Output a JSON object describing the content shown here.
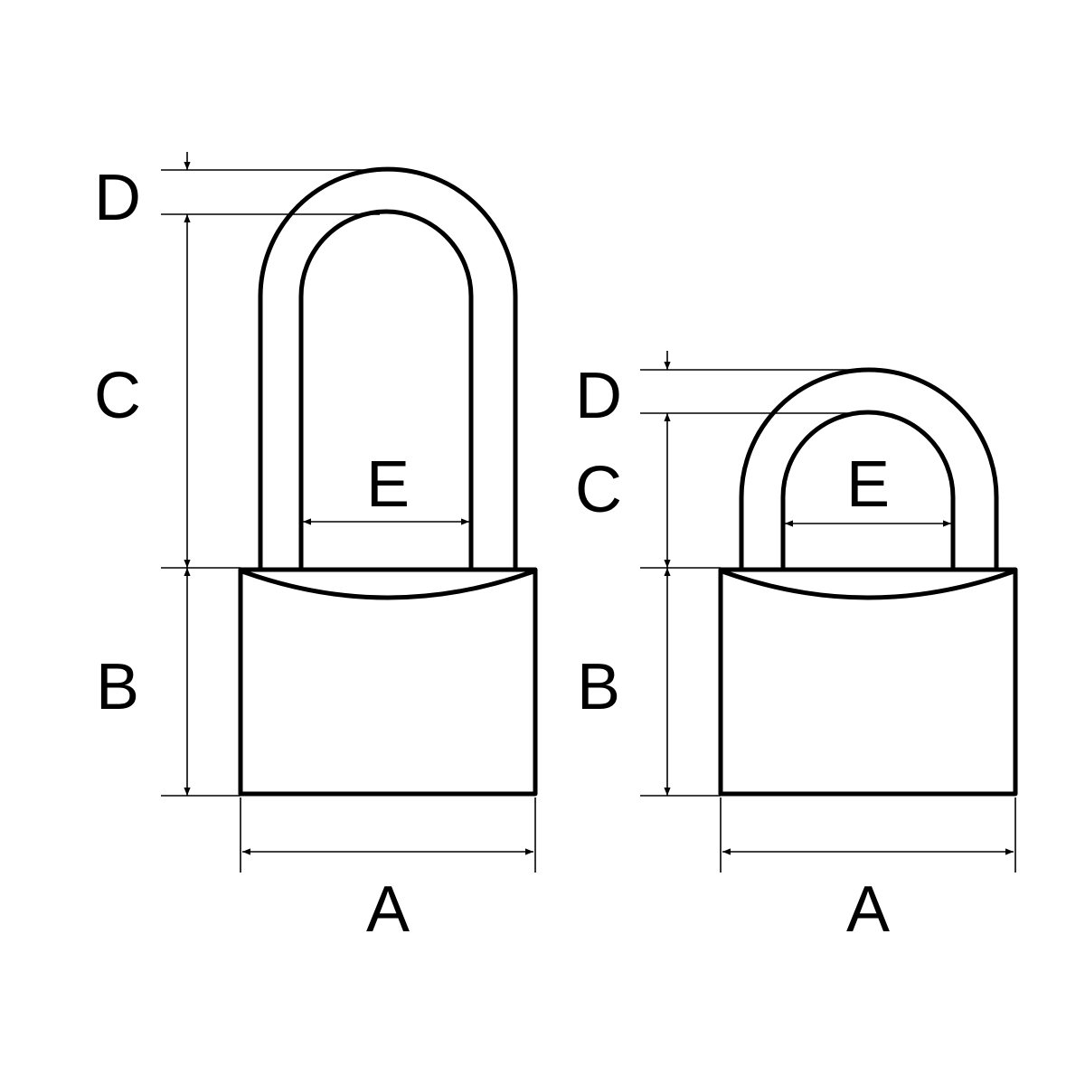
{
  "diagram": {
    "long_shackle": {
      "labels": {
        "a": "A",
        "b": "B",
        "c": "C",
        "d": "D",
        "e": "E"
      }
    },
    "short_shackle": {
      "labels": {
        "a": "A",
        "b": "B",
        "c": "C",
        "d": "D",
        "e": "E"
      }
    },
    "colors": {
      "line": "#000000",
      "background": "#ffffff"
    }
  }
}
